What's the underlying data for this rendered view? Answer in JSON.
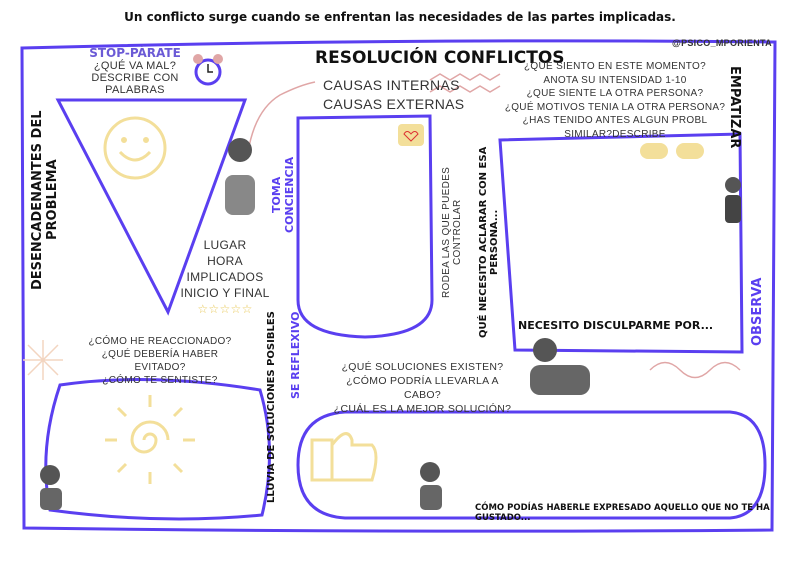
{
  "banner": "Un conflicto surge cuando se enfrentan las necesidades de las partes implicadas.",
  "handle": "@psico_mporienta",
  "title": "RESOLUCIÓN CONFLICTOS",
  "left_vertical": "DESENCADENANTES DEL PROBLEMA",
  "stop": {
    "heading": "STOP-PÁRATE",
    "lines": [
      "¿QUÉ VA MAL?",
      "DESCRIBE CON PALABRAS"
    ]
  },
  "details": [
    "LUGAR",
    "HORA",
    "IMPLICADOS",
    "INICIO Y FINAL"
  ],
  "stars": "☆☆☆☆☆",
  "toma_conciencia": "TOMA CONCIENCIA",
  "causas": [
    "CAUSAS INTERNAS",
    "CAUSAS EXTERNAS"
  ],
  "rodea": "RODEA LAS QUE PUEDES CONTROLAR",
  "aclarar": "QUÉ NECESITO ACLARAR CON ESA PERSONA...",
  "feelings": [
    "¿QUÉ SIENTO EN ESTE MOMENTO?",
    "ANOTA SU INTENSIDAD 1-10",
    "¿QUE SIENTE LA OTRA PERSONA?",
    "¿QUÉ MOTIVOS TENIA LA OTRA PERSONA?",
    "¿HAS TENIDO ANTES ALGUN PROBL SIMILAR?DESCRIBE"
  ],
  "empatizar": "EMPATIZAR",
  "observa": "OBSERVA",
  "disculparme": "NECESITO DISCULPARME POR...",
  "reaction": [
    "¿CÓMO HE REACCIONADO?",
    "¿QUÉ DEBERÍA HABER EVITADO?",
    "¿CÓMO TE SENTISTE?"
  ],
  "lluvia": "LLUVIA DE SOLUCIONES POSIBLES",
  "reflexivo": "SE REFLEXIVO",
  "solutions": [
    "¿QUÉ SOLUCIONES EXISTEN?",
    "¿CÓMO PODRÍA LLEVARLA A CABO?",
    "¿CUÁL ES LA MEJOR SOLUCIÓN?"
  ],
  "expresado": "CÓMO PODÍAS HABERLE EXPRESADO AQUELLO QUE NO TE HA GUSTADO...",
  "colors": {
    "purple": "#5a3ff0",
    "yellow": "#f3df9a",
    "pink": "#e0a6a6",
    "dark": "#111111"
  }
}
